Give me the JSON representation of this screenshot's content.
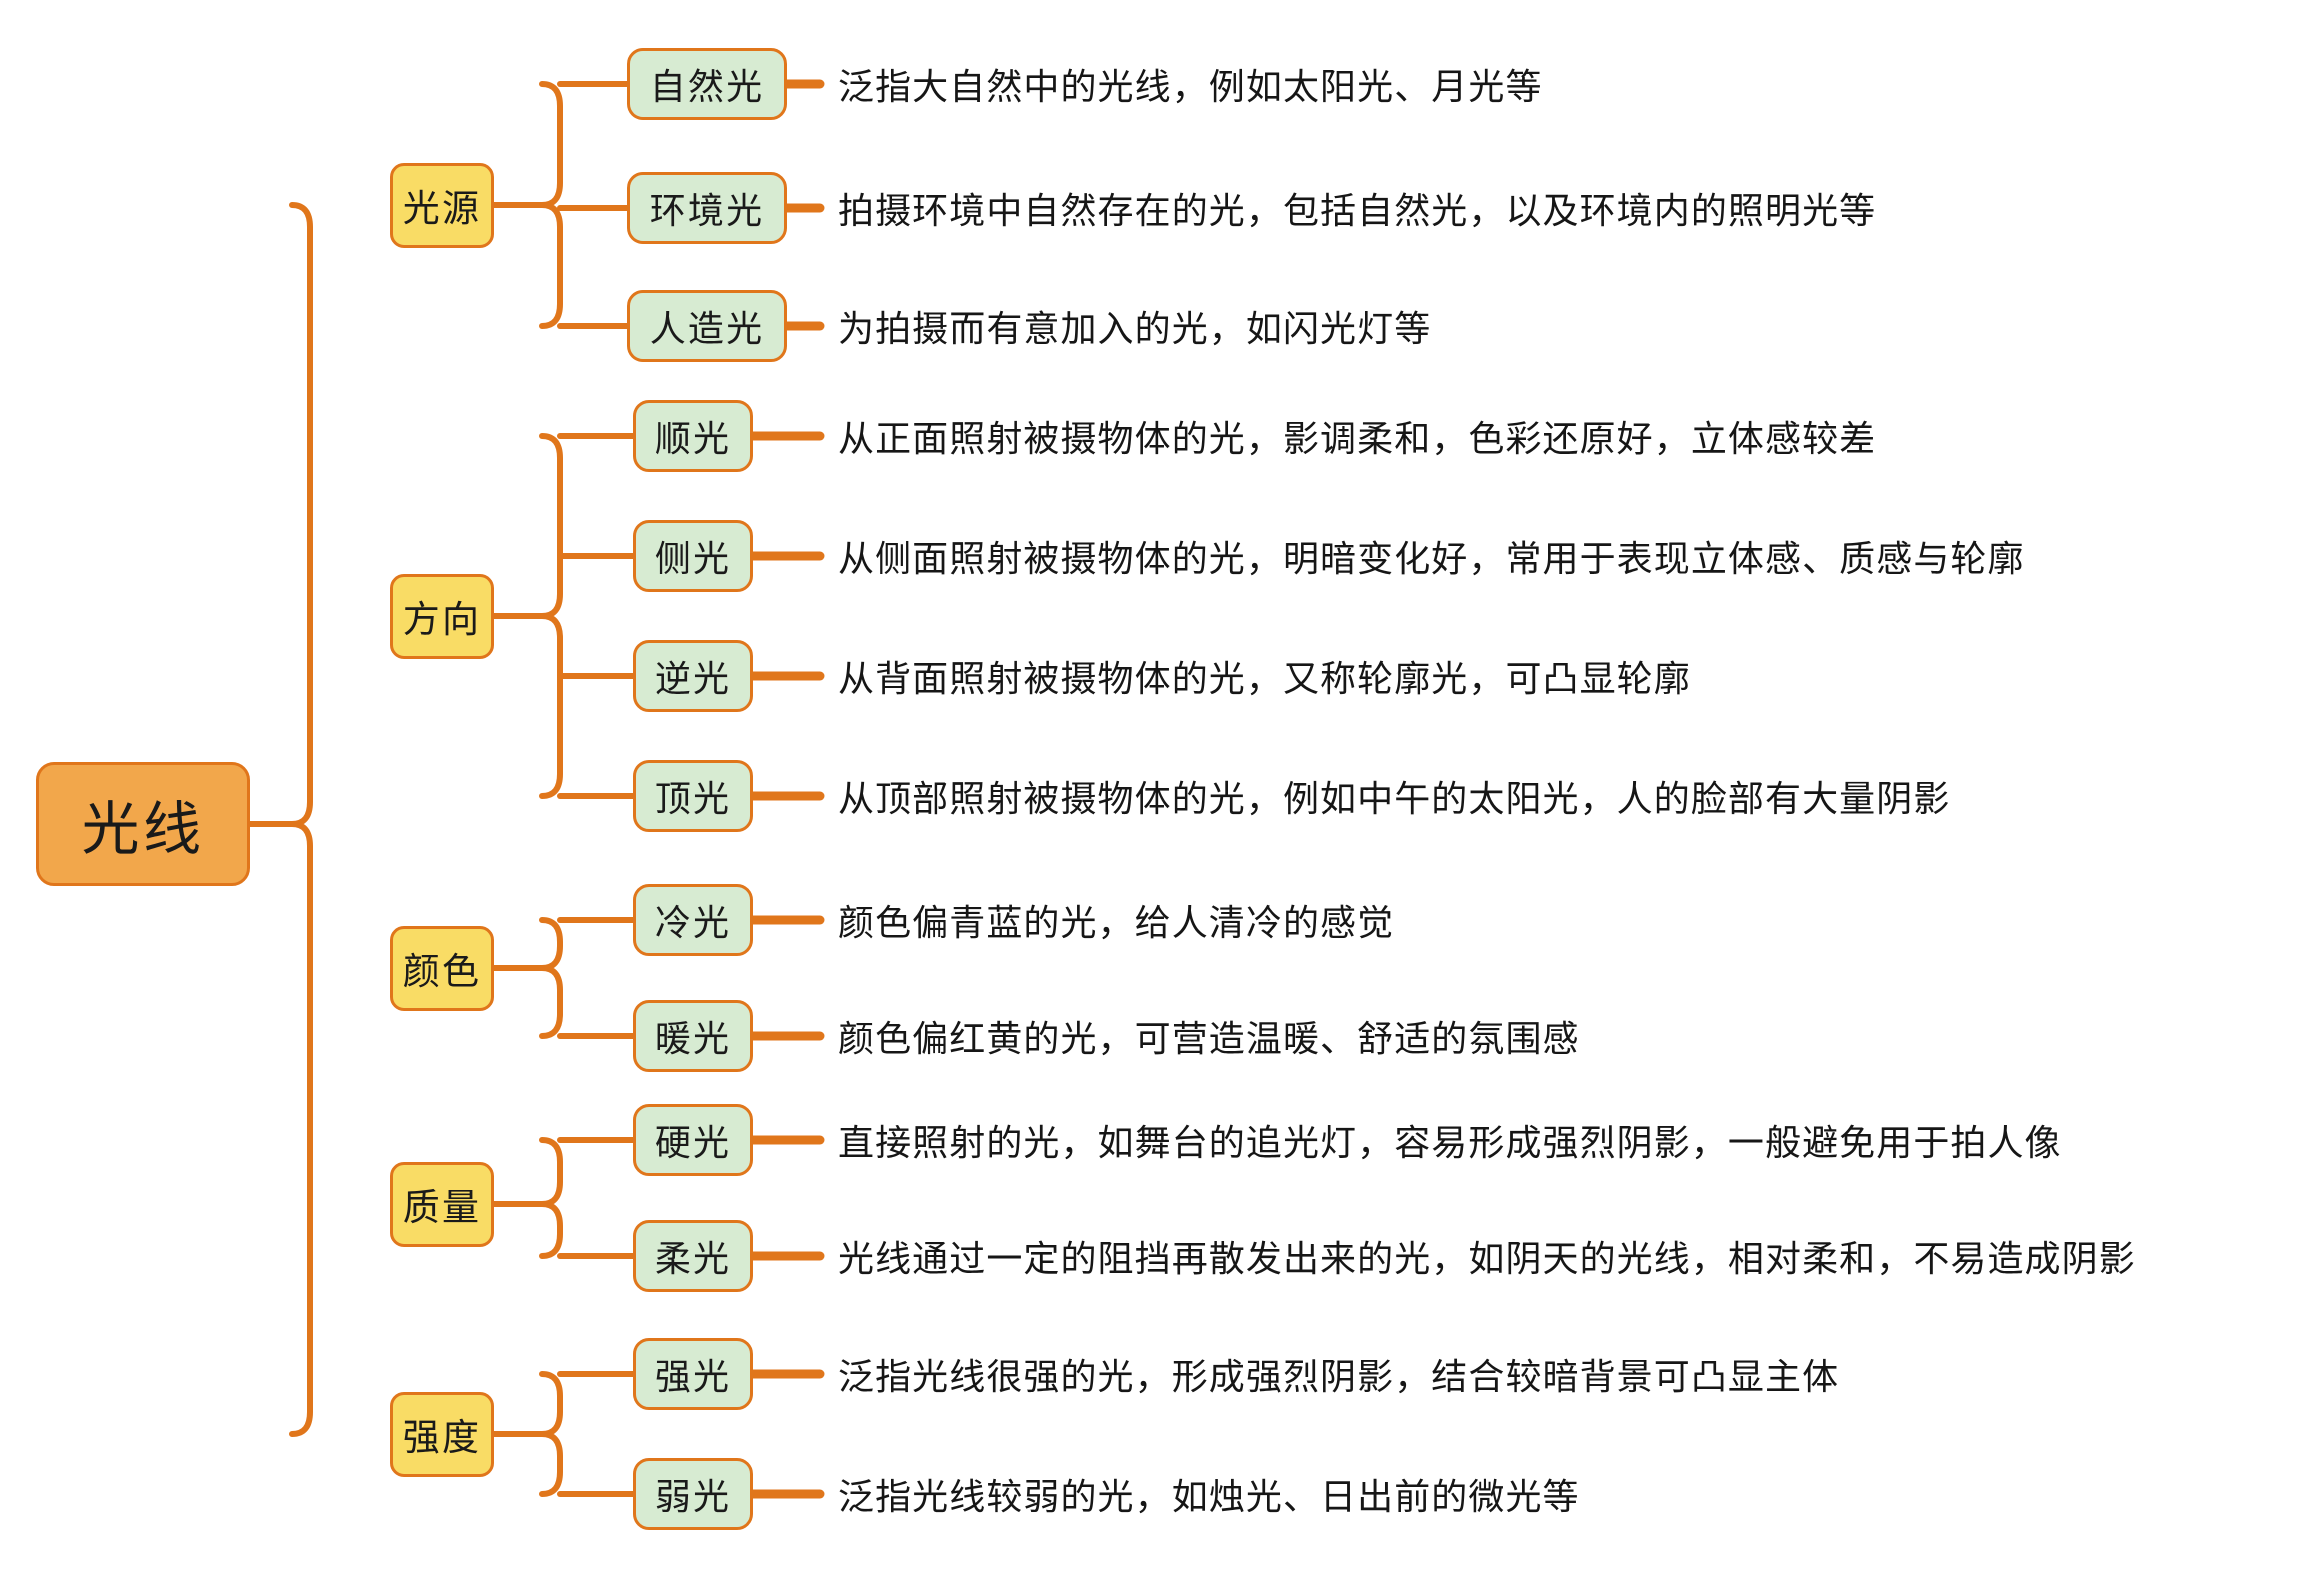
{
  "diagram": {
    "type": "mind-map",
    "title": "光线",
    "colors": {
      "root_fill": "#F2A74B",
      "branch_fill": "#F9DC65",
      "leaf_fill": "#D7EBD2",
      "stroke": "#E0761B",
      "text": "#161616",
      "background": "#FFFFFF"
    },
    "root": {
      "label": "光线"
    },
    "branches": [
      {
        "label": "光源",
        "leaves": [
          {
            "label": "自然光",
            "desc": "泛指大自然中的光线，例如太阳光、月光等"
          },
          {
            "label": "环境光",
            "desc": "拍摄环境中自然存在的光，包括自然光，以及环境内的照明光等"
          },
          {
            "label": "人造光",
            "desc": "为拍摄而有意加入的光，如闪光灯等"
          }
        ]
      },
      {
        "label": "方向",
        "leaves": [
          {
            "label": "顺光",
            "desc": "从正面照射被摄物体的光，影调柔和，色彩还原好，立体感较差"
          },
          {
            "label": "侧光",
            "desc": "从侧面照射被摄物体的光，明暗变化好，常用于表现立体感、质感与轮廓"
          },
          {
            "label": "逆光",
            "desc": "从背面照射被摄物体的光，又称轮廓光，可凸显轮廓"
          },
          {
            "label": "顶光",
            "desc": "从顶部照射被摄物体的光，例如中午的太阳光，人的脸部有大量阴影"
          }
        ]
      },
      {
        "label": "颜色",
        "leaves": [
          {
            "label": "冷光",
            "desc": "颜色偏青蓝的光，给人清冷的感觉"
          },
          {
            "label": "暖光",
            "desc": "颜色偏红黄的光，可营造温暖、舒适的氛围感"
          }
        ]
      },
      {
        "label": "质量",
        "leaves": [
          {
            "label": "硬光",
            "desc": "直接照射的光，如舞台的追光灯，容易形成强烈阴影，一般避免用于拍人像"
          },
          {
            "label": "柔光",
            "desc": "光线通过一定的阻挡再散发出来的光，如阴天的光线，相对柔和，不易造成阴影"
          }
        ]
      },
      {
        "label": "强度",
        "leaves": [
          {
            "label": "强光",
            "desc": "泛指光线很强的光，形成强烈阴影，结合较暗背景可凸显主体"
          },
          {
            "label": "弱光",
            "desc": "泛指光线较弱的光，如烛光、日出前的微光等"
          }
        ]
      }
    ]
  }
}
